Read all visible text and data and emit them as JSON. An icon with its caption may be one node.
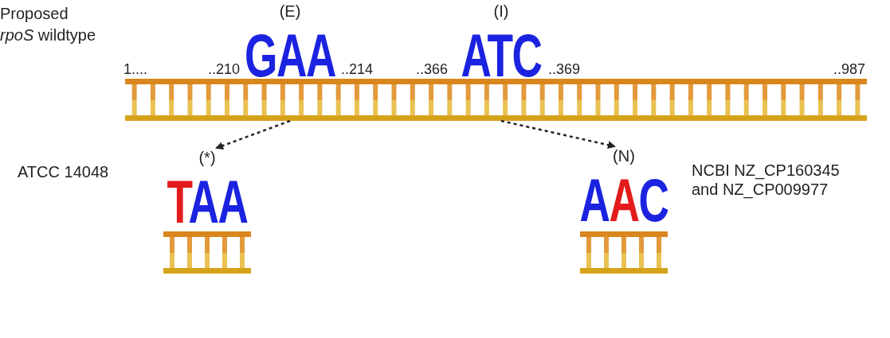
{
  "diagram": {
    "nodes": [
      {
        "text": [
          "(E)",
          "GAA"
        ]
      },
      {
        "text": [
          "(I)",
          "ATC"
        ]
      },
      {
        "text": [
          "(*)",
          "TAA"
        ],
        "beside": [
          "ATCC 14048"
        ]
      },
      {
        "text": [
          "(N)",
          "AAC"
        ],
        "beside": [
          "NCBI NZ_CP160345 and NZ_CP009977"
        ]
      }
    ],
    "edges": [
      {
        "from": 0,
        "to": 2,
        "arrow": "to",
        "style": "dashed"
      },
      {
        "from": 1,
        "to": 3,
        "arrow": "to",
        "style": "dashed"
      }
    ],
    "labels": [
      "Proposed *rpoS* wildtype",
      "1....",
      "..210",
      "..214",
      "..366",
      "..369",
      "..987"
    ]
  }
}
